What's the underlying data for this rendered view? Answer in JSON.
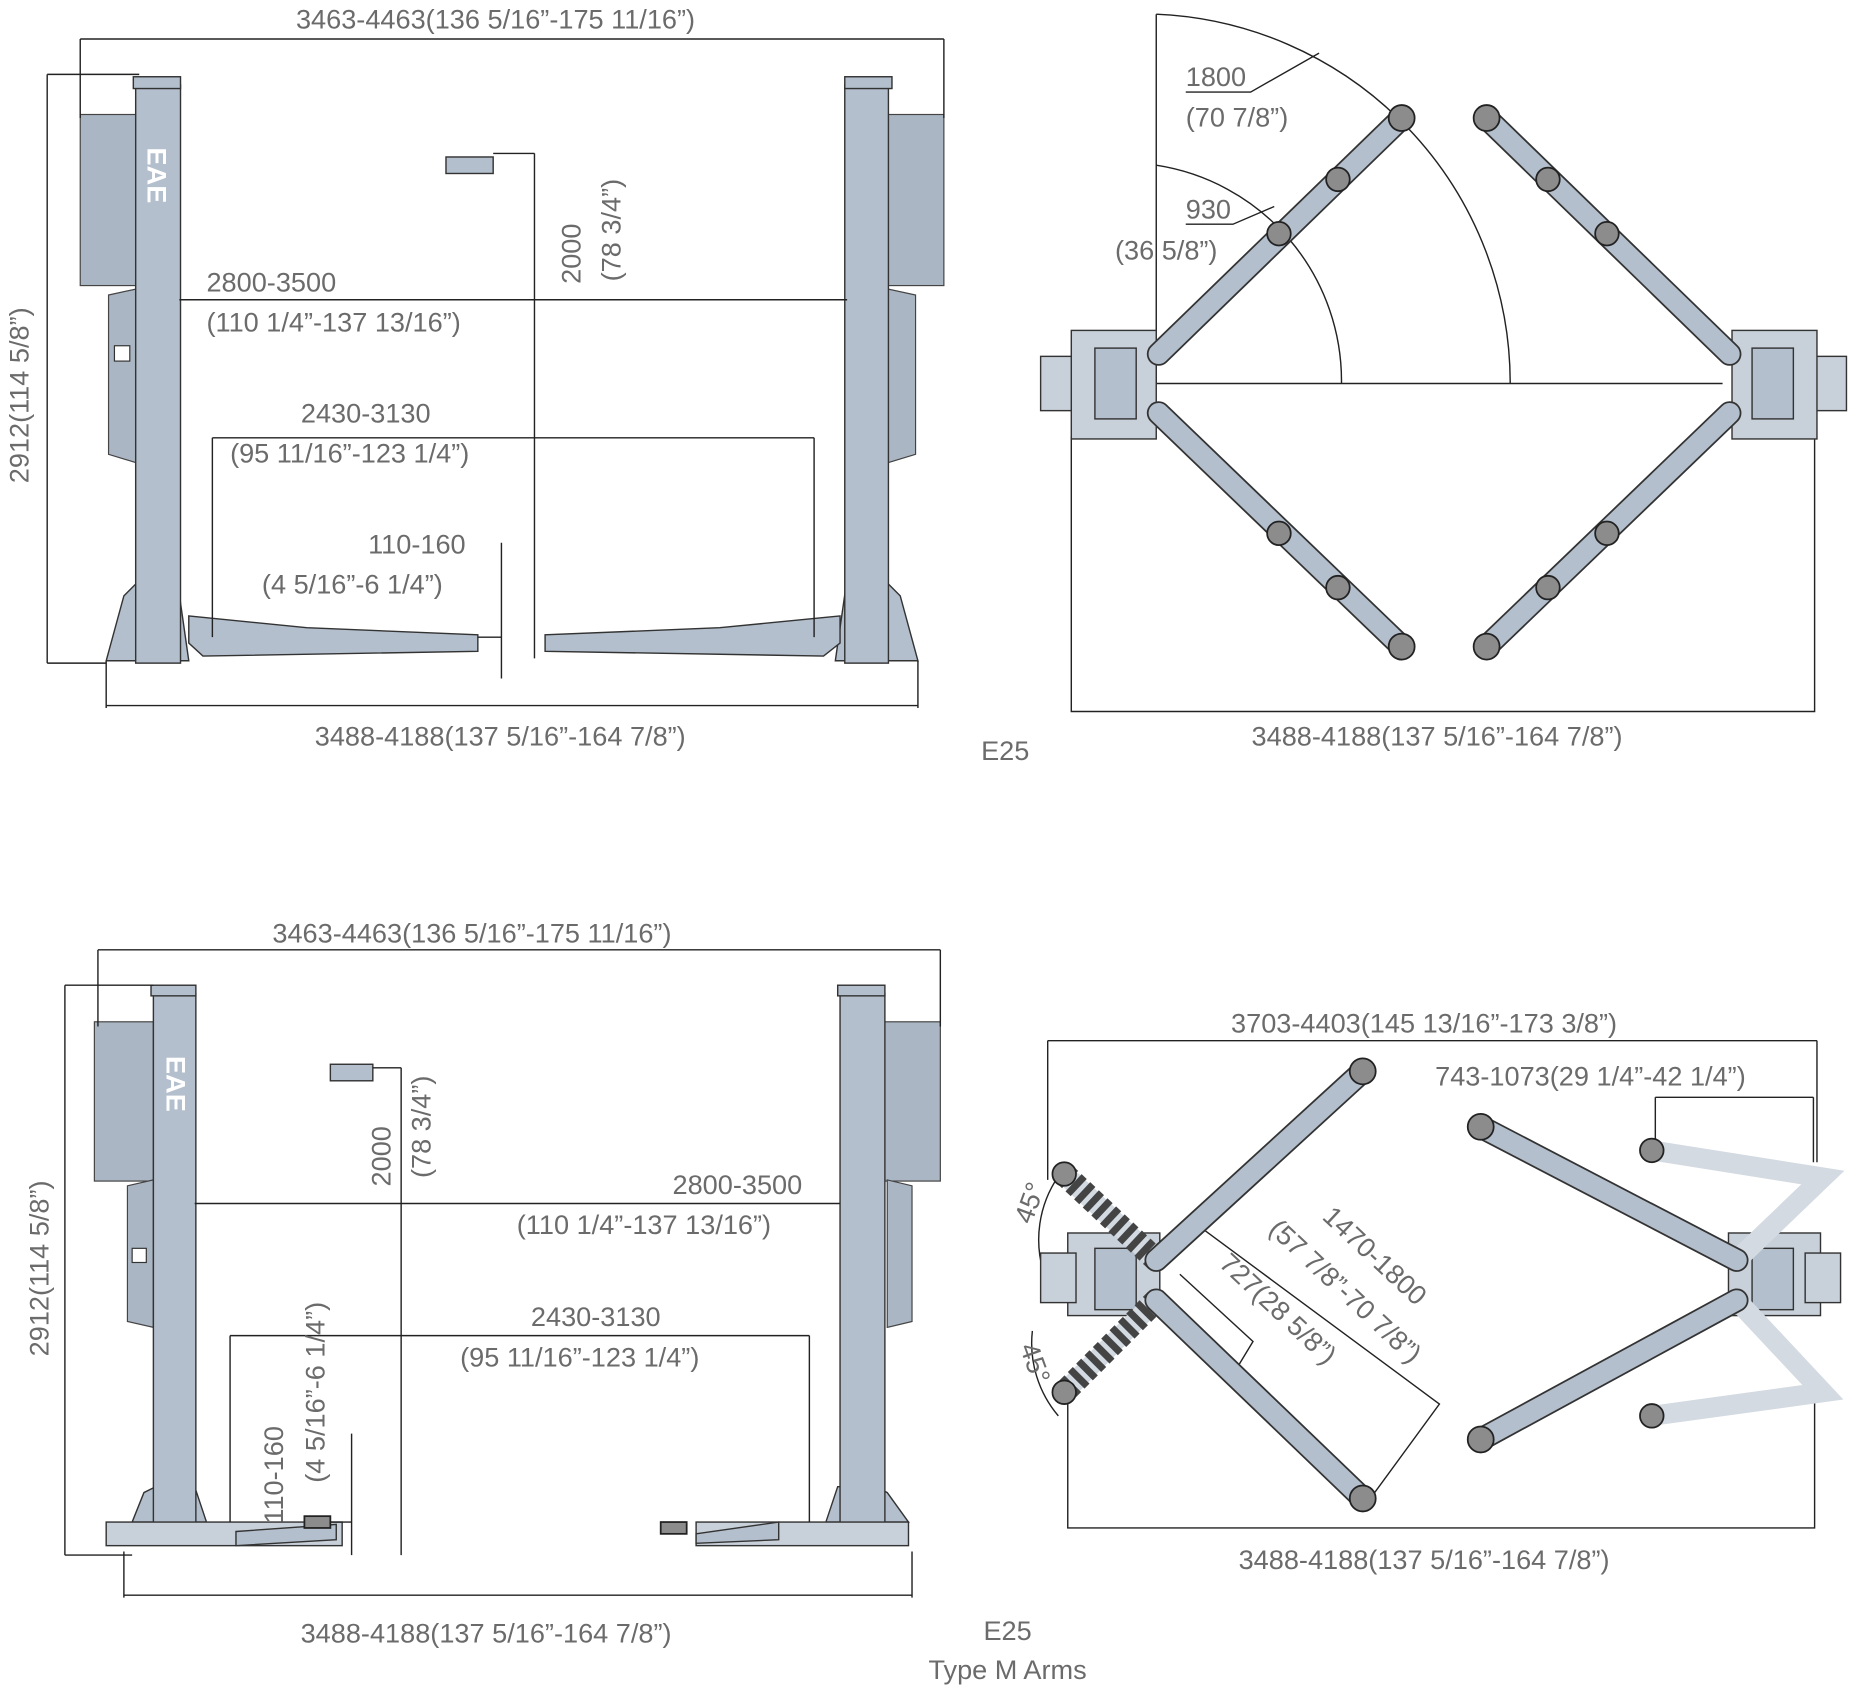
{
  "colors": {
    "lift_body": "#b3bfcc",
    "text": "#6b6b6b",
    "lines": "#222222"
  },
  "top_left": {
    "overall_width": "3463-4463(136 5/16”-175 11/16”)",
    "overall_height": "2912(114 5/8”)",
    "lift_height_mm": "2000",
    "lift_height_in": "(78 3/4”)",
    "column_inner_mm": "2800-3500",
    "column_inner_in": "(110 1/4”-137 13/16”)",
    "drive_thru_mm": "2430-3130",
    "drive_thru_in": "(95 11/16”-123 1/4”)",
    "pad_height_mm": "110-160",
    "pad_height_in": "(4 5/16”-6 1/4”)",
    "base_width": "3488-4188(137 5/16”-164 7/8”)",
    "brand": "EAE"
  },
  "top_right": {
    "arm_long_mm": "1800",
    "arm_long_in": "(70 7/8”)",
    "arm_short_mm": "930",
    "arm_short_in": "(36 5/8”)",
    "base_width": "3488-4188(137 5/16”-164 7/8”)"
  },
  "top_model": "E25",
  "bottom_left": {
    "overall_width": "3463-4463(136 5/16”-175 11/16”)",
    "overall_height": "2912(114 5/8”)",
    "lift_height_mm": "2000",
    "lift_height_in": "(78 3/4”)",
    "column_inner_mm": "2800-3500",
    "column_inner_in": "(110 1/4”-137 13/16”)",
    "drive_thru_mm": "2430-3130",
    "drive_thru_in": "(95 11/16”-123 1/4”)",
    "pad_height_mm": "110-160",
    "pad_height_in": "(4 5/16”-6 1/4”)",
    "base_width": "3488-4188(137 5/16”-164 7/8”)",
    "brand": "EAE"
  },
  "bottom_right": {
    "overall_width": "3703-4403(145 13/16”-173 3/8”)",
    "arm_retract": "743-1073(29 1/4”-42 1/4”)",
    "angle_top": "45°",
    "angle_bottom": "45°",
    "arm_long_mm": "1470-1800",
    "arm_long_in": "(57 7/8”-70 7/8”)",
    "arm_short": "727(28 5/8”)",
    "base_width": "3488-4188(137 5/16”-164 7/8”)"
  },
  "bottom_model": "E25",
  "bottom_subtitle": "Type M Arms"
}
